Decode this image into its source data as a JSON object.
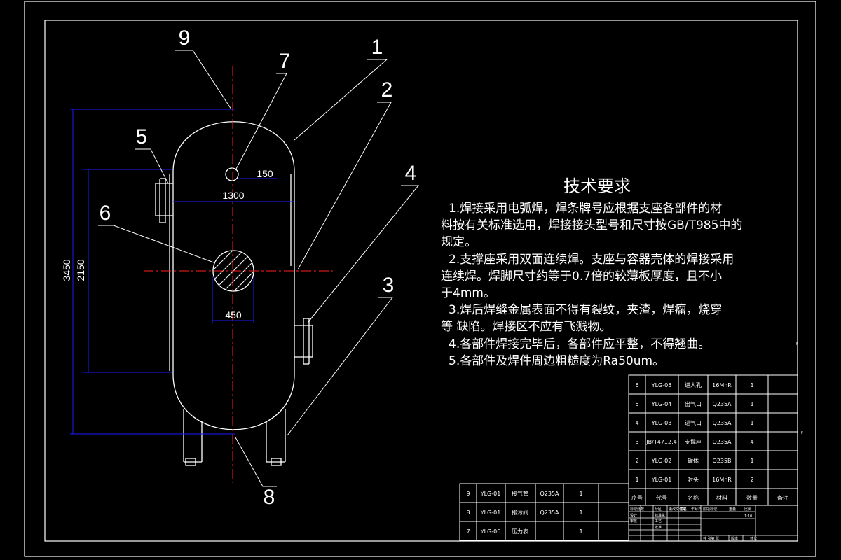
{
  "colors": {
    "background": "#000000",
    "line": "#ffffff",
    "dimension": "#1a1aff",
    "centerline": "#ff2020"
  },
  "callouts": [
    "1",
    "2",
    "3",
    "4",
    "5",
    "6",
    "7",
    "8",
    "9"
  ],
  "dimensions": {
    "overall_height": "3450",
    "inner_height": "2150",
    "diameter": "1300",
    "pipe": "150",
    "manhole": "450"
  },
  "requirements": {
    "title": "技术要求",
    "lines": [
      "1.焊接采用电弧焊，焊条牌号应根据支座各部件的材",
      "料按有关标准选用，焊接接头型号和尺寸按GB/T985中的",
      "规定。",
      "2.支撑座采用双面连续焊。支座与容器壳体的焊接采用",
      "连续焊。焊脚尺寸约等于0.7倍的较薄板厚度，且不小",
      "于4mm。",
      "3.焊后焊缝金属表面不得有裂纹，夹渣，焊瘤，烧穿",
      "等 缺陷。焊接区不应有飞溅物。",
      "4.各部件焊接完毕后，各部件应平整，不得翘曲。",
      "5.各部件及焊件周边粗糙度为Ra50um。"
    ]
  },
  "parts_table": {
    "rows": [
      [
        "6",
        "YLG-05",
        "进人孔",
        "16MnR",
        "1",
        ""
      ],
      [
        "5",
        "YLG-04",
        "出气口",
        "Q235A",
        "1",
        ""
      ],
      [
        "4",
        "YLG-03",
        "进气口",
        "Q235A",
        "1",
        ""
      ],
      [
        "3",
        "JB/T4712.4",
        "支撑座",
        "Q235A",
        "4",
        ""
      ],
      [
        "2",
        "YLG-02",
        "罐体",
        "Q235B",
        "1",
        ""
      ],
      [
        "1",
        "YLG-01",
        "封头",
        "16MnR",
        "2",
        ""
      ]
    ],
    "header": [
      "序号",
      "代号",
      "名称",
      "材料",
      "数量",
      "备注"
    ]
  },
  "parts_table_left": {
    "rows": [
      [
        "9",
        "YLG-01",
        "接气管",
        "Q235A",
        "1"
      ],
      [
        "8",
        "YLG-01",
        "排污阀",
        "Q235A",
        "1"
      ],
      [
        "7",
        "YLG-06",
        "压力表",
        "",
        "1"
      ]
    ]
  },
  "title_block": {
    "labels": [
      "标记处数",
      "分区",
      "更改文件号",
      "签名",
      "年月日",
      "设计",
      "标准化",
      "审核",
      "工艺",
      "批准",
      "阶段标记",
      "重量",
      "比例",
      "共 张第 张",
      "版本",
      "替代"
    ],
    "scale": "1:10"
  },
  "margin_marks": [
    "F",
    "F"
  ]
}
